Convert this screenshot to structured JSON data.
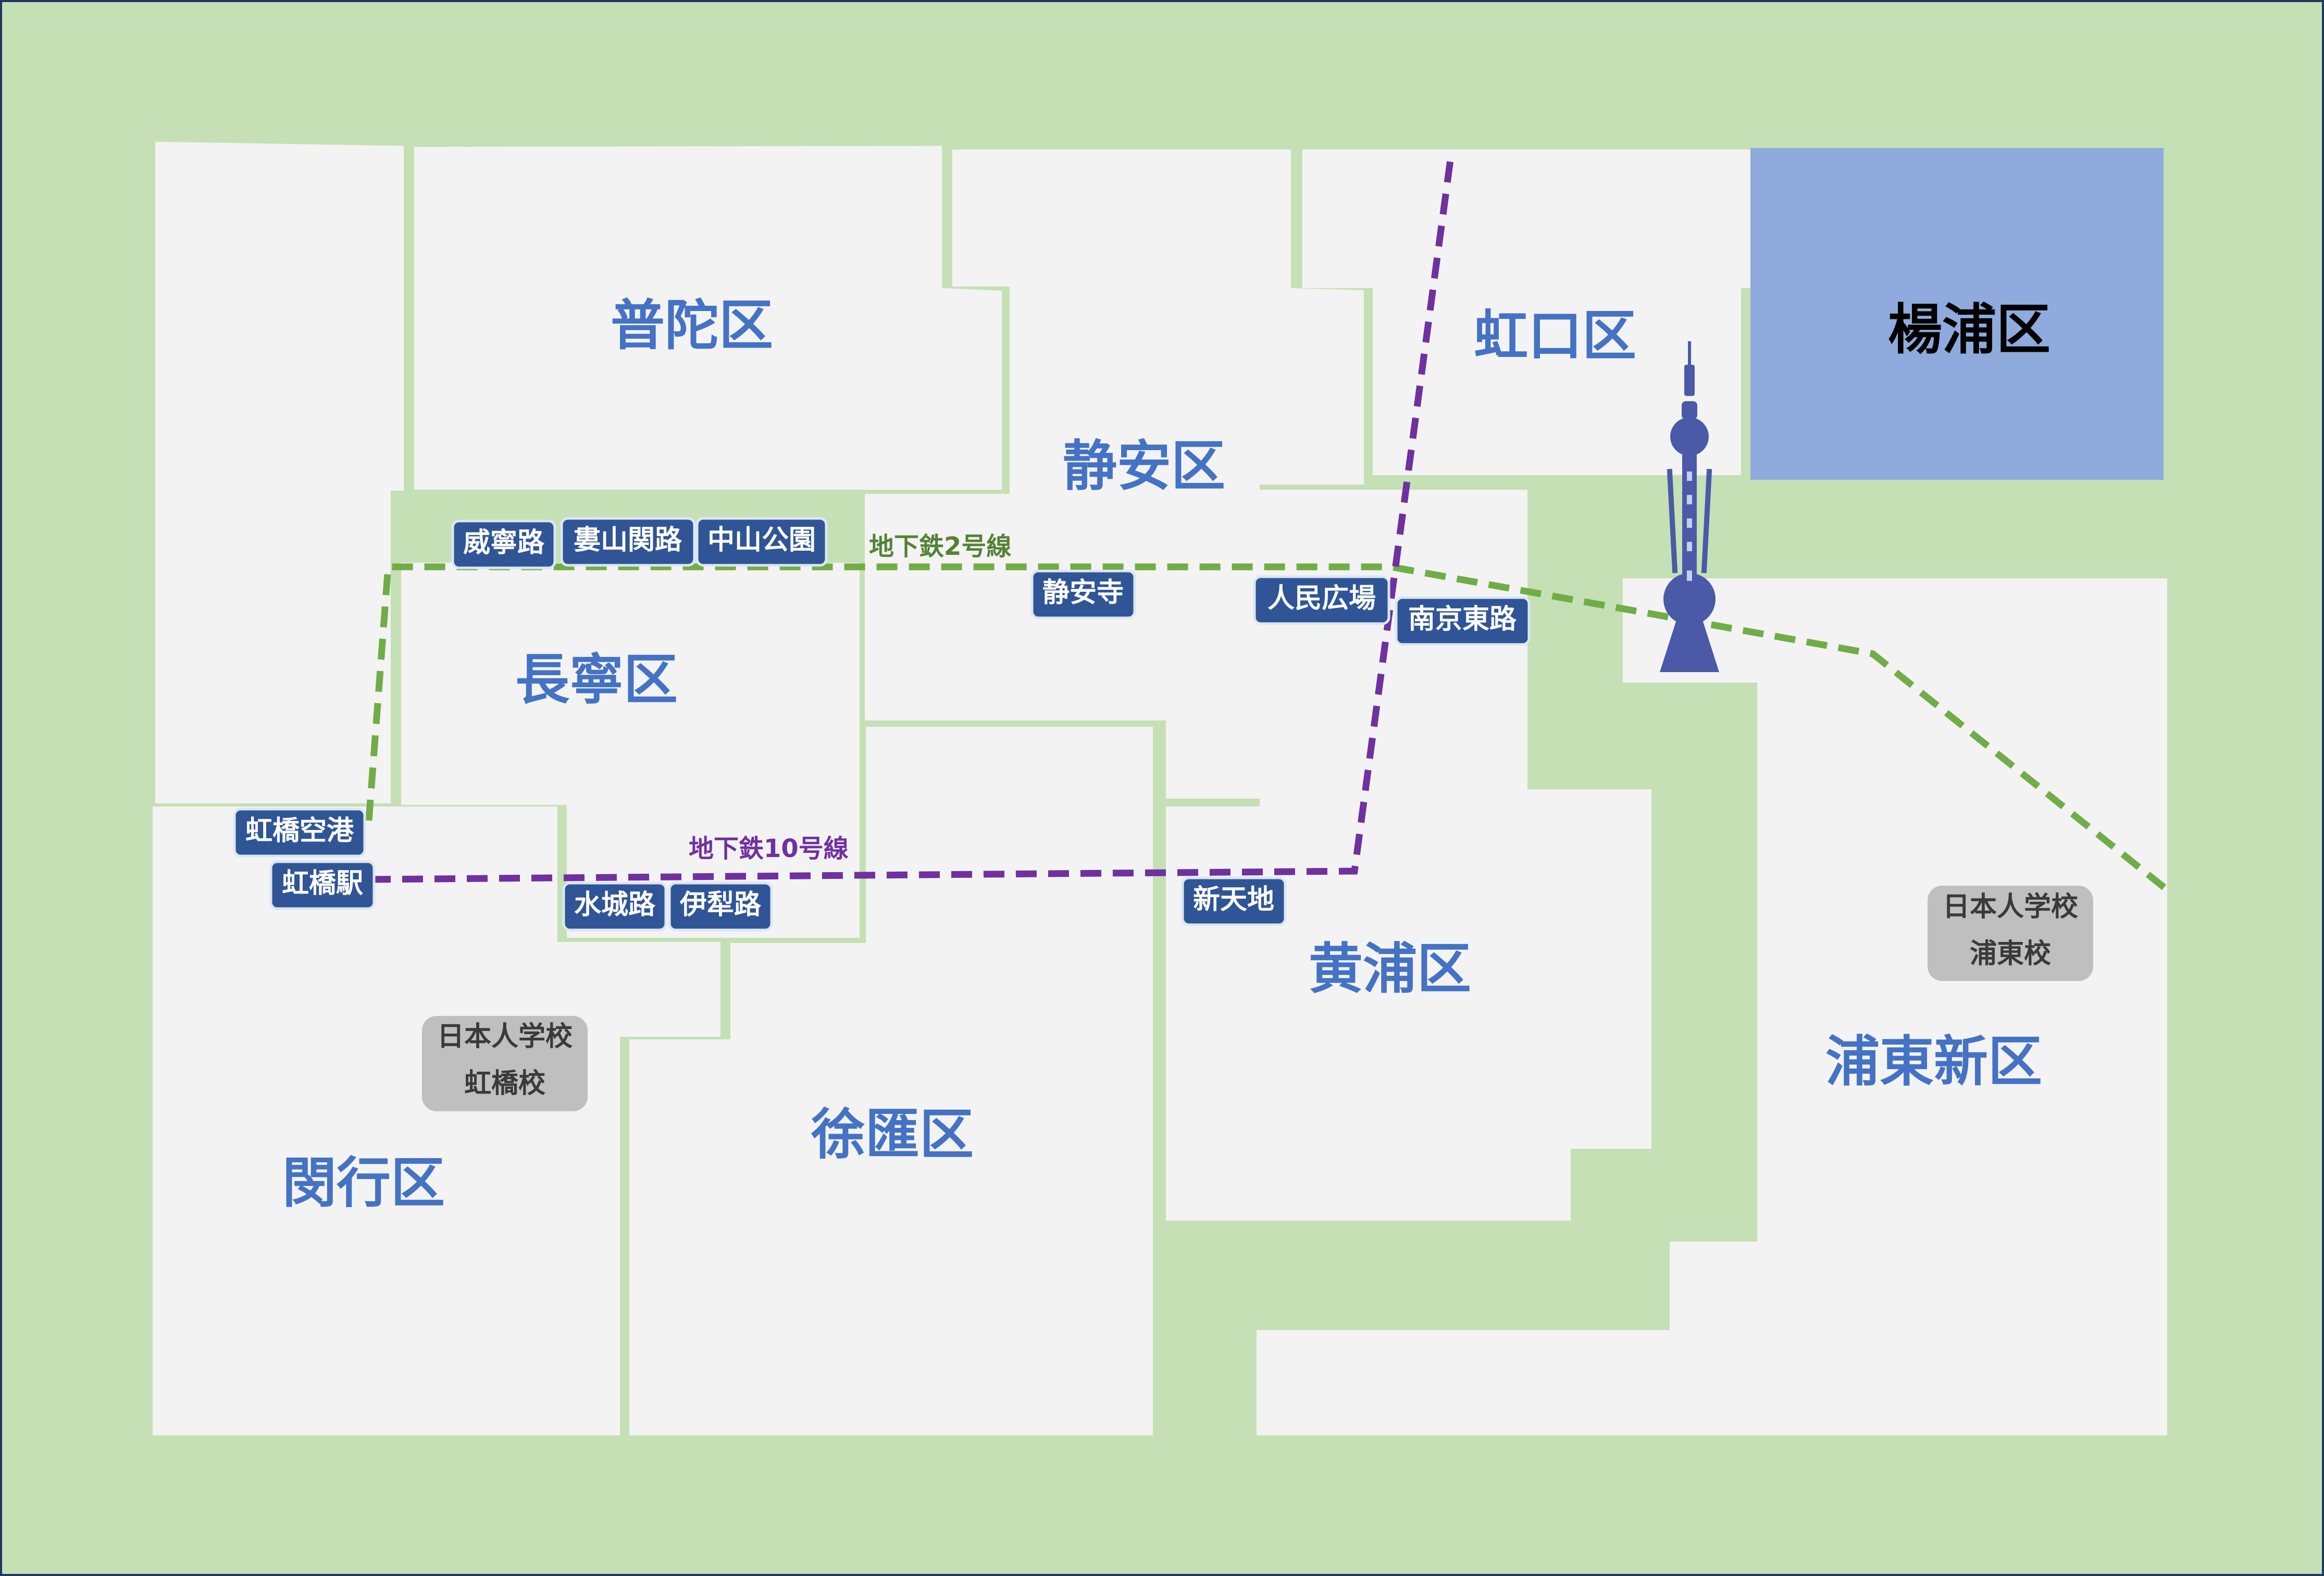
{
  "colors": {
    "background": "#c5e0b4",
    "district_fill": "#f3f3f3",
    "highlight_fill": "#8faadc",
    "district_label": "#4472c4",
    "line2": "#70ad47",
    "line10": "#7030a0",
    "station": "#2f5597",
    "school": "#bfbfbf",
    "tower": "#4a5aa8"
  },
  "districts": {
    "putuo": "普陀区",
    "jingan": "静安区",
    "hongkou": "虹口区",
    "yangpu": "楊浦区",
    "changning": "長寧区",
    "huangpu": "黄浦区",
    "pudong": "浦東新区",
    "xuhui": "徐匯区",
    "minhang": "閔行区"
  },
  "lines": {
    "line2": "地下鉄2号線",
    "line10": "地下鉄10号線"
  },
  "stations": {
    "weining": "威寧路",
    "loushanguan": "婁山関路",
    "zhongshan": "中山公園",
    "jingansi": "静安寺",
    "renmin": "人民広場",
    "nanjingdong": "南京東路",
    "hongqiao_airport": "虹橋空港",
    "hongqiao_station": "虹橋駅",
    "shuicheng": "水城路",
    "yili": "伊犁路",
    "xintiandi": "新天地"
  },
  "schools": {
    "pudong": {
      "line1": "日本人学校",
      "line2": "浦東校"
    },
    "hongqiao": {
      "line1": "日本人学校",
      "line2": "虹橋校"
    }
  },
  "landmark_icon": "oriental-pearl-tower-icon"
}
